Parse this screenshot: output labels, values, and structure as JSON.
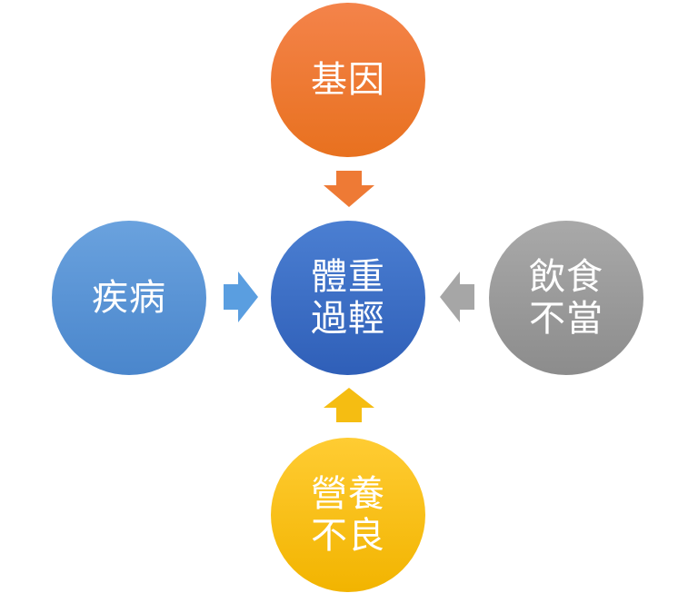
{
  "diagram": {
    "center": {
      "label": "體重\n過輕",
      "color": "#3b6cc6"
    },
    "causes": [
      {
        "id": "top",
        "label": "基因",
        "color": "#ee7a35",
        "arrow_color": "#ee7a35"
      },
      {
        "id": "left",
        "label": "疾病",
        "color": "#5a94d6",
        "arrow_color": "#5a9ee0"
      },
      {
        "id": "right",
        "label": "飲食\n不當",
        "color": "#9b9b9b",
        "arrow_color": "#a6a6a6"
      },
      {
        "id": "bottom",
        "label": "營養\n不良",
        "color": "#f7bf10",
        "arrow_color": "#f5bd12"
      }
    ]
  }
}
